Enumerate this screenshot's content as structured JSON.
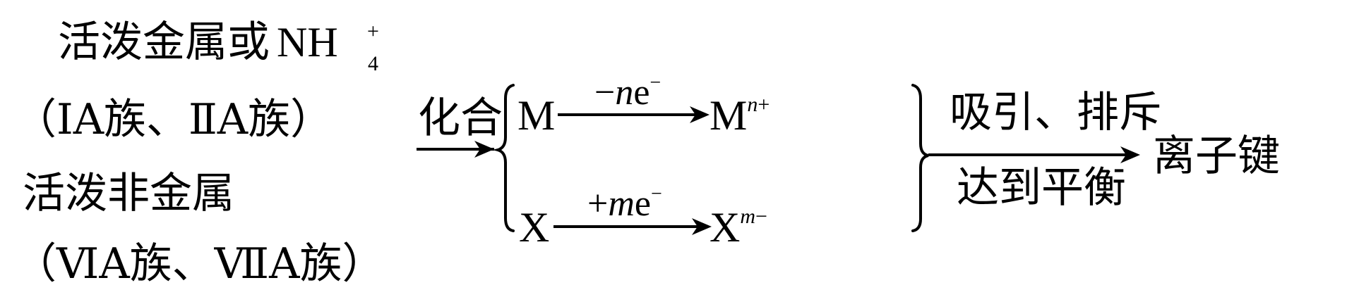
{
  "reactants": {
    "metal": {
      "label": "活泼金属或",
      "formula_base": "NH",
      "formula_sub": "4",
      "formula_sup": "+",
      "groups": "（ⅠA族、ⅡA族）"
    },
    "nonmetal": {
      "label": "活泼非金属",
      "groups": "（ⅥA族、ⅦA族）"
    }
  },
  "step1": {
    "label": "化合"
  },
  "reactions": [
    {
      "from": "M",
      "process": "−",
      "process_var": "n",
      "process_e": "e",
      "process_e_sup": "−",
      "to": "M",
      "to_sup_var": "n",
      "to_sup_sign": "+"
    },
    {
      "from": "X",
      "process": "+",
      "process_var": "m",
      "process_e": "e",
      "process_e_sup": "−",
      "to": "X",
      "to_sup_var": "m",
      "to_sup_sign": "−"
    }
  ],
  "step2": {
    "label_top": "吸引、排斥",
    "label_bottom": "达到平衡"
  },
  "product": {
    "label": "离子键"
  }
}
